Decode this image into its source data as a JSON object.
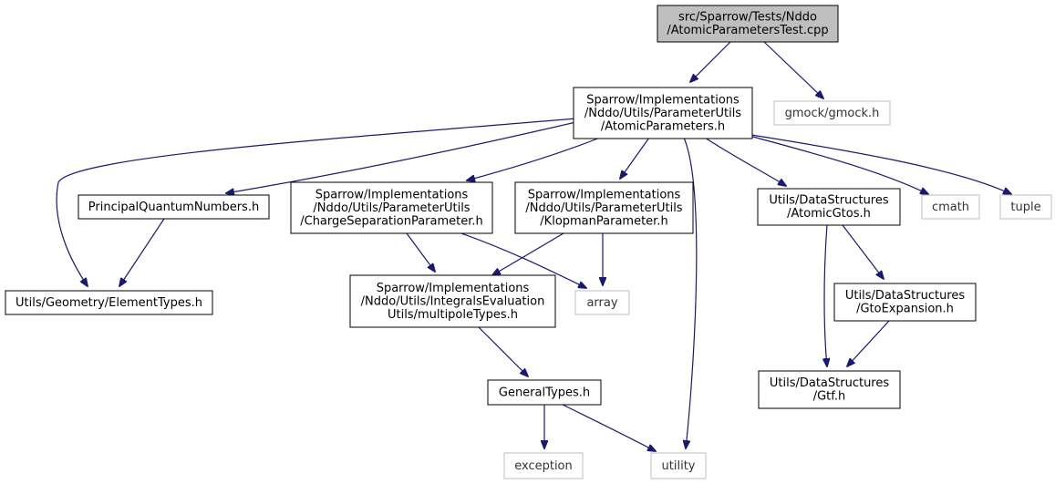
{
  "graph": {
    "colors": {
      "edge": "#191970",
      "node_border": "#000000",
      "root_fill": "#bfbfbf",
      "external_border": "#bfbfbf",
      "background": "#ffffff"
    },
    "nodes": [
      {
        "id": "root",
        "lines": [
          "src/Sparrow/Tests/Nddo",
          "/AtomicParametersTest.cpp"
        ],
        "kind": "root"
      },
      {
        "id": "atomic_params",
        "lines": [
          "Sparrow/Implementations",
          "/Nddo/Utils/ParameterUtils",
          "/AtomicParameters.h"
        ],
        "kind": "local"
      },
      {
        "id": "gmock",
        "lines": [
          "gmock/gmock.h"
        ],
        "kind": "external"
      },
      {
        "id": "pqn",
        "lines": [
          "PrincipalQuantumNumbers.h"
        ],
        "kind": "local"
      },
      {
        "id": "charge_sep",
        "lines": [
          "Sparrow/Implementations",
          "/Nddo/Utils/ParameterUtils",
          "/ChargeSeparationParameter.h"
        ],
        "kind": "local"
      },
      {
        "id": "klopman",
        "lines": [
          "Sparrow/Implementations",
          "/Nddo/Utils/ParameterUtils",
          "/KlopmanParameter.h"
        ],
        "kind": "local"
      },
      {
        "id": "atomic_gtos",
        "lines": [
          "Utils/DataStructures",
          "/AtomicGtos.h"
        ],
        "kind": "local"
      },
      {
        "id": "cmath",
        "lines": [
          "cmath"
        ],
        "kind": "external"
      },
      {
        "id": "tuple",
        "lines": [
          "tuple"
        ],
        "kind": "external"
      },
      {
        "id": "element_types",
        "lines": [
          "Utils/Geometry/ElementTypes.h"
        ],
        "kind": "local"
      },
      {
        "id": "multipole",
        "lines": [
          "Sparrow/Implementations",
          "/Nddo/Utils/IntegralsEvaluation",
          "Utils/multipoleTypes.h"
        ],
        "kind": "local"
      },
      {
        "id": "array",
        "lines": [
          "array"
        ],
        "kind": "external"
      },
      {
        "id": "gto_expansion",
        "lines": [
          "Utils/DataStructures",
          "/GtoExpansion.h"
        ],
        "kind": "local"
      },
      {
        "id": "general_types",
        "lines": [
          "GeneralTypes.h"
        ],
        "kind": "local"
      },
      {
        "id": "gtf",
        "lines": [
          "Utils/DataStructures",
          "/Gtf.h"
        ],
        "kind": "local"
      },
      {
        "id": "exception",
        "lines": [
          "exception"
        ],
        "kind": "external"
      },
      {
        "id": "utility",
        "lines": [
          "utility"
        ],
        "kind": "external"
      }
    ],
    "edges": [
      {
        "from": "root",
        "to": "atomic_params"
      },
      {
        "from": "root",
        "to": "gmock"
      },
      {
        "from": "atomic_params",
        "to": "element_types"
      },
      {
        "from": "atomic_params",
        "to": "pqn"
      },
      {
        "from": "atomic_params",
        "to": "charge_sep"
      },
      {
        "from": "atomic_params",
        "to": "klopman"
      },
      {
        "from": "atomic_params",
        "to": "utility"
      },
      {
        "from": "atomic_params",
        "to": "atomic_gtos"
      },
      {
        "from": "atomic_params",
        "to": "cmath"
      },
      {
        "from": "atomic_params",
        "to": "tuple"
      },
      {
        "from": "pqn",
        "to": "element_types"
      },
      {
        "from": "charge_sep",
        "to": "multipole"
      },
      {
        "from": "charge_sep",
        "to": "array"
      },
      {
        "from": "klopman",
        "to": "multipole"
      },
      {
        "from": "klopman",
        "to": "array"
      },
      {
        "from": "multipole",
        "to": "general_types"
      },
      {
        "from": "general_types",
        "to": "exception"
      },
      {
        "from": "general_types",
        "to": "utility"
      },
      {
        "from": "atomic_gtos",
        "to": "gto_expansion"
      },
      {
        "from": "atomic_gtos",
        "to": "gtf"
      },
      {
        "from": "gto_expansion",
        "to": "gtf"
      }
    ]
  }
}
